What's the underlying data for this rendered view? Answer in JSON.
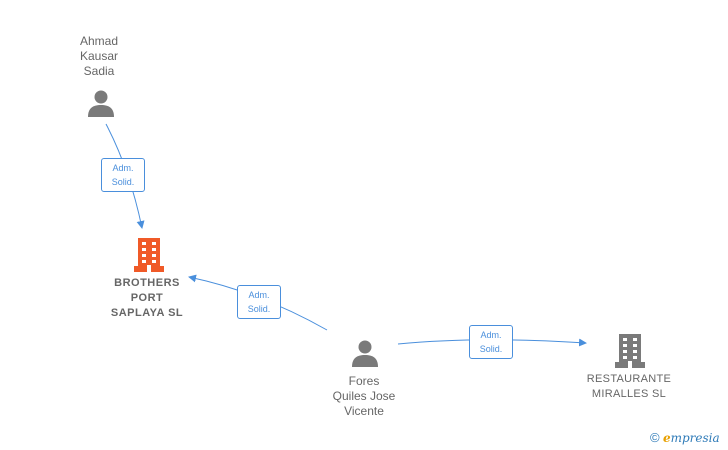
{
  "nodes": {
    "person_ahmad": {
      "label": "Ahmad\nKausar\nSadia",
      "icon": "person-icon"
    },
    "person_fores": {
      "label": "Fores\nQuiles Jose\nVicente",
      "icon": "person-icon"
    },
    "company_brothers": {
      "label": "BROTHERS\nPORT\nSAPLAYA  SL",
      "icon": "building-icon",
      "color": "#f05a28"
    },
    "company_restaurante": {
      "label": "RESTAURANTE\nMIRALLES  SL",
      "icon": "building-icon",
      "color": "#7a7a7a"
    }
  },
  "edges": [
    {
      "from": "person_ahmad",
      "to": "company_brothers",
      "label": "Adm.\nSolid."
    },
    {
      "from": "person_fores",
      "to": "company_brothers",
      "label": "Adm.\nSolid."
    },
    {
      "from": "person_fores",
      "to": "company_restaurante",
      "label": "Adm.\nSolid."
    }
  ],
  "colors": {
    "edge": "#4a8fdc",
    "person": "#7a7a7a"
  },
  "brand": {
    "copyright": "©",
    "e": "e",
    "rest": "mpresia"
  }
}
